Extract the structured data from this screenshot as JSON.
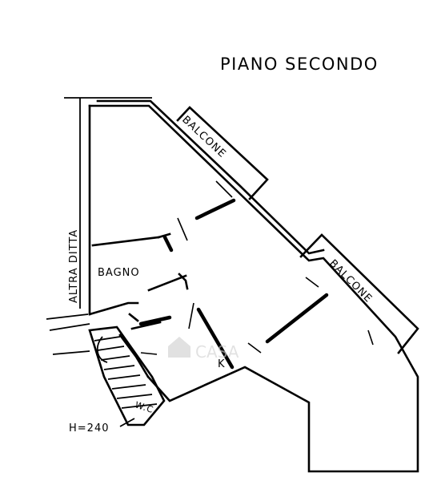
{
  "title": "PIANO   SECONDO",
  "labels": {
    "balcony_top": "BALCONE",
    "balcony_right": "BALCONE",
    "neighbor": "ALTRA DITTA",
    "bathroom": "BAGNO",
    "kitchen": "K",
    "wc": "W.C.",
    "height": "H=240"
  },
  "watermark": "CASA"
}
